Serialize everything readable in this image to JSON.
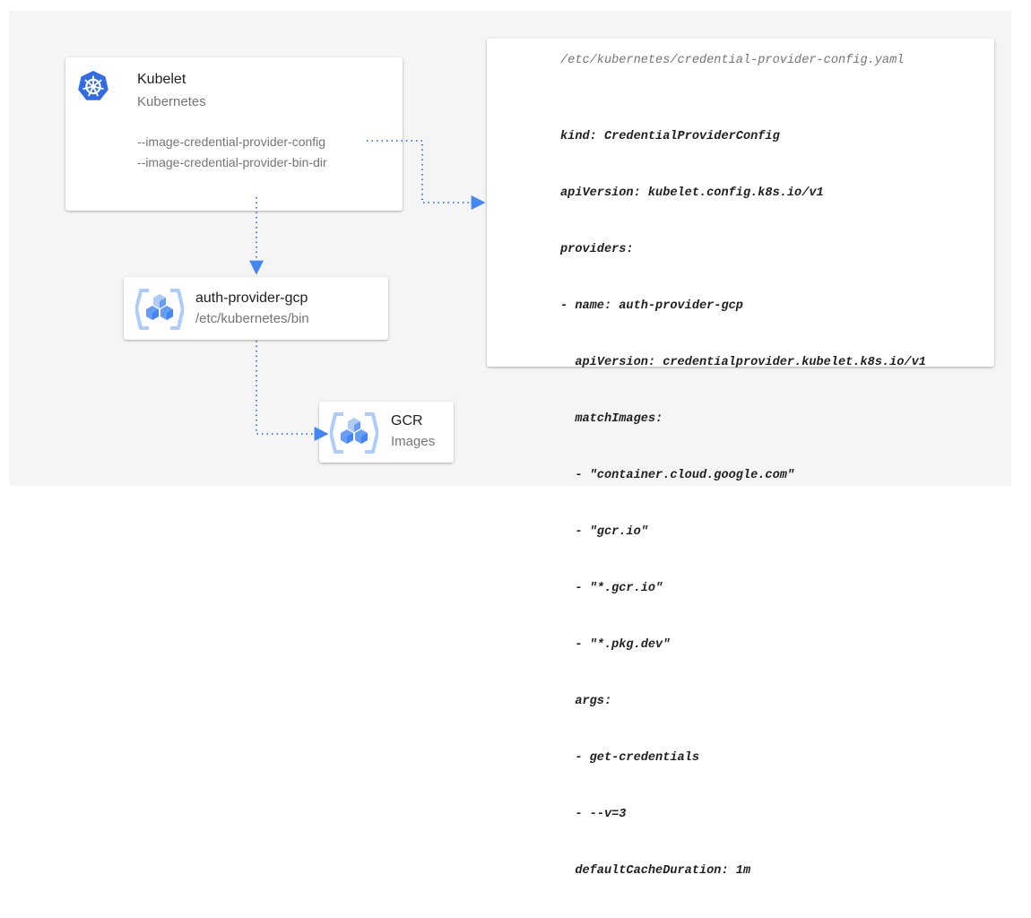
{
  "kubelet": {
    "title": "Kubelet",
    "subtitle": "Kubernetes",
    "flags": [
      "--image-credential-provider-config",
      "--image-credential-provider-bin-dir"
    ],
    "icon": "kubernetes-wheel-icon"
  },
  "auth_provider": {
    "title": "auth-provider-gcp",
    "subtitle": "/etc/kubernetes/bin",
    "icon": "gcp-hexagon-cubes-icon"
  },
  "gcr": {
    "title": "GCR",
    "subtitle": "Images",
    "icon": "gcp-hexagon-cubes-icon"
  },
  "config": {
    "path": "/etc/kubernetes/credential-provider-config.yaml",
    "lines": [
      "kind: CredentialProviderConfig",
      "apiVersion: kubelet.config.k8s.io/v1",
      "providers:",
      "- name: auth-provider-gcp",
      "  apiVersion: credentialprovider.kubelet.k8s.io/v1",
      "  matchImages:",
      "  - \"container.cloud.google.com\"",
      "  - \"gcr.io\"",
      "  - \"*.gcr.io\"",
      "  - \"*.pkg.dev\"",
      "  args:",
      "  - get-credentials",
      "  - --v=3",
      "  defaultCacheDuration: 1m"
    ]
  },
  "colors": {
    "connector": "#4285f4",
    "k8s_blue": "#326ce5",
    "gcp_blue_dark": "#4285f4",
    "gcp_blue_light": "#aecbfa"
  }
}
